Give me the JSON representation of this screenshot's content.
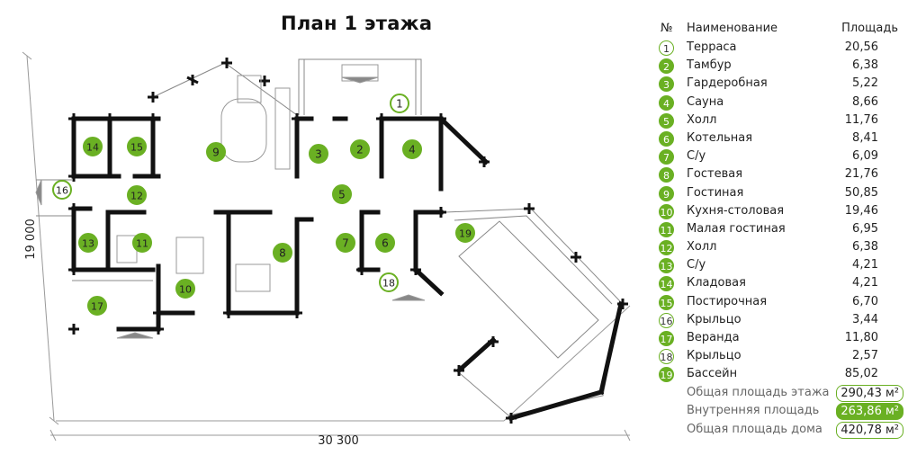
{
  "title": "План 1 этажа",
  "dimensions": {
    "width": "30 300",
    "height": "19 000"
  },
  "legend": {
    "headers": {
      "num": "№",
      "name": "Наименование",
      "area": "Площадь"
    },
    "rooms": [
      {
        "num": "1",
        "name": "Терраса",
        "area": "20,56",
        "outlined": true
      },
      {
        "num": "2",
        "name": "Тамбур",
        "area": "6,38",
        "outlined": false
      },
      {
        "num": "3",
        "name": "Гардеробная",
        "area": "5,22",
        "outlined": false
      },
      {
        "num": "4",
        "name": "Сауна",
        "area": "8,66",
        "outlined": false
      },
      {
        "num": "5",
        "name": "Холл",
        "area": "11,76",
        "outlined": false
      },
      {
        "num": "6",
        "name": "Котельная",
        "area": "8,41",
        "outlined": false
      },
      {
        "num": "7",
        "name": "С/у",
        "area": "6,09",
        "outlined": false
      },
      {
        "num": "8",
        "name": "Гостевая",
        "area": "21,76",
        "outlined": false
      },
      {
        "num": "9",
        "name": "Гостиная",
        "area": "50,85",
        "outlined": false
      },
      {
        "num": "10",
        "name": "Кухня-столовая",
        "area": "19,46",
        "outlined": false
      },
      {
        "num": "11",
        "name": "Малая гостиная",
        "area": "6,95",
        "outlined": false
      },
      {
        "num": "12",
        "name": "Холл",
        "area": "6,38",
        "outlined": false
      },
      {
        "num": "13",
        "name": "С/у",
        "area": "4,21",
        "outlined": false
      },
      {
        "num": "14",
        "name": "Кладовая",
        "area": "4,21",
        "outlined": false
      },
      {
        "num": "15",
        "name": "Постирочная",
        "area": "6,70",
        "outlined": false
      },
      {
        "num": "16",
        "name": "Крыльцо",
        "area": "3,44",
        "outlined": true
      },
      {
        "num": "17",
        "name": "Веранда",
        "area": "11,80",
        "outlined": false
      },
      {
        "num": "18",
        "name": "Крыльцо",
        "area": "2,57",
        "outlined": true
      },
      {
        "num": "19",
        "name": "Бассейн",
        "area": "85,02",
        "outlined": false
      }
    ],
    "totals": [
      {
        "label": "Общая площадь этажа",
        "value": "290,43 м²",
        "filled": false
      },
      {
        "label": "Внутренняя площадь",
        "value": "263,86 м²",
        "filled": true
      },
      {
        "label": "Общая площадь дома",
        "value": "420,78 м²",
        "filled": false
      }
    ]
  },
  "colors": {
    "accent": "#6ab023",
    "wall": "#111111",
    "line": "#999999"
  },
  "plan_markers": [
    {
      "num": "1",
      "outlined": true
    },
    {
      "num": "2",
      "outlined": false
    },
    {
      "num": "3",
      "outlined": false
    },
    {
      "num": "4",
      "outlined": false
    },
    {
      "num": "5",
      "outlined": false
    },
    {
      "num": "6",
      "outlined": false
    },
    {
      "num": "7",
      "outlined": false
    },
    {
      "num": "8",
      "outlined": false
    },
    {
      "num": "9",
      "outlined": false
    },
    {
      "num": "10",
      "outlined": false
    },
    {
      "num": "11",
      "outlined": false
    },
    {
      "num": "12",
      "outlined": false
    },
    {
      "num": "13",
      "outlined": false
    },
    {
      "num": "14",
      "outlined": false
    },
    {
      "num": "15",
      "outlined": false
    },
    {
      "num": "16",
      "outlined": true
    },
    {
      "num": "17",
      "outlined": false
    },
    {
      "num": "18",
      "outlined": true
    },
    {
      "num": "19",
      "outlined": false
    }
  ]
}
